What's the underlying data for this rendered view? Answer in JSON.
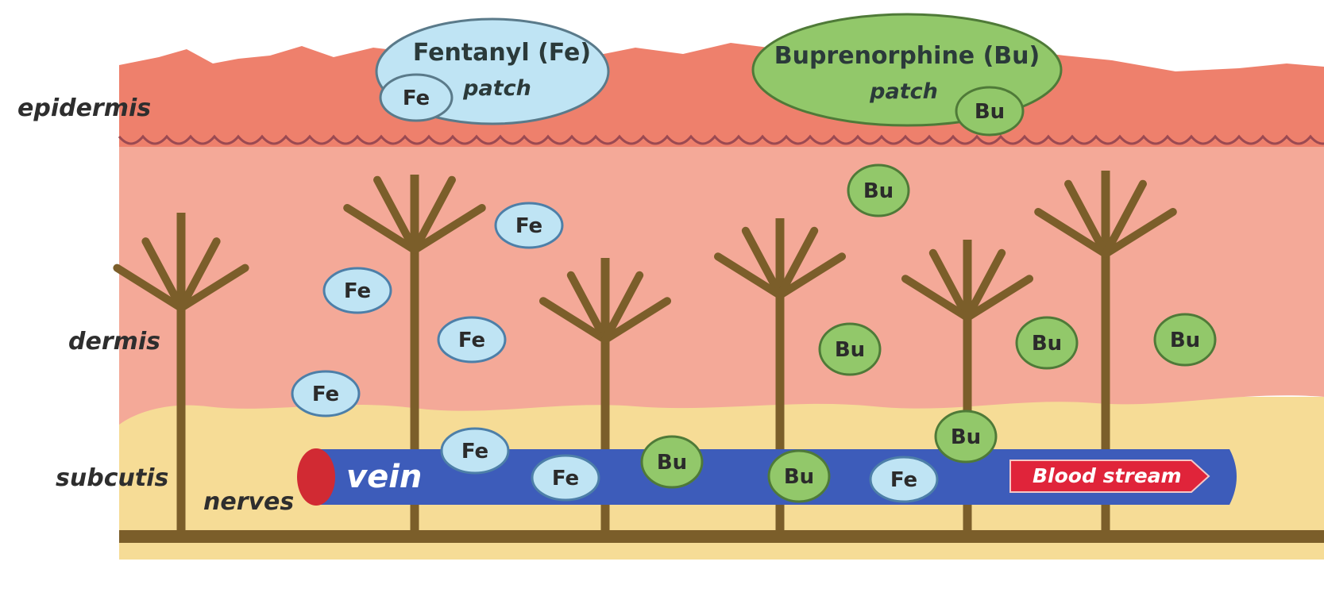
{
  "layers": {
    "epidermis": "epidermis",
    "dermis": "dermis",
    "subcutis": "subcutis",
    "nerves": "nerves"
  },
  "patches": {
    "fentanyl": {
      "title": "Fentanyl (Fe)",
      "subtitle": "patch",
      "molecule": "Fe"
    },
    "buprenorphine": {
      "title": "Buprenorphine (Bu)",
      "subtitle": "patch",
      "molecule": "Bu"
    }
  },
  "vein": {
    "label": "vein",
    "arrow_label": "Blood stream"
  },
  "molecules": {
    "fe_label": "Fe",
    "bu_label": "Bu"
  },
  "colors": {
    "epidermis": "#ee806c",
    "dermis": "#f4a998",
    "subcutis": "#f6dc96",
    "nerve": "#7b5e2a",
    "vein": "#3d5cba",
    "fentanyl": "#bfe4f4",
    "buprenorphine": "#92c86a",
    "arrow": "#e0243a"
  }
}
